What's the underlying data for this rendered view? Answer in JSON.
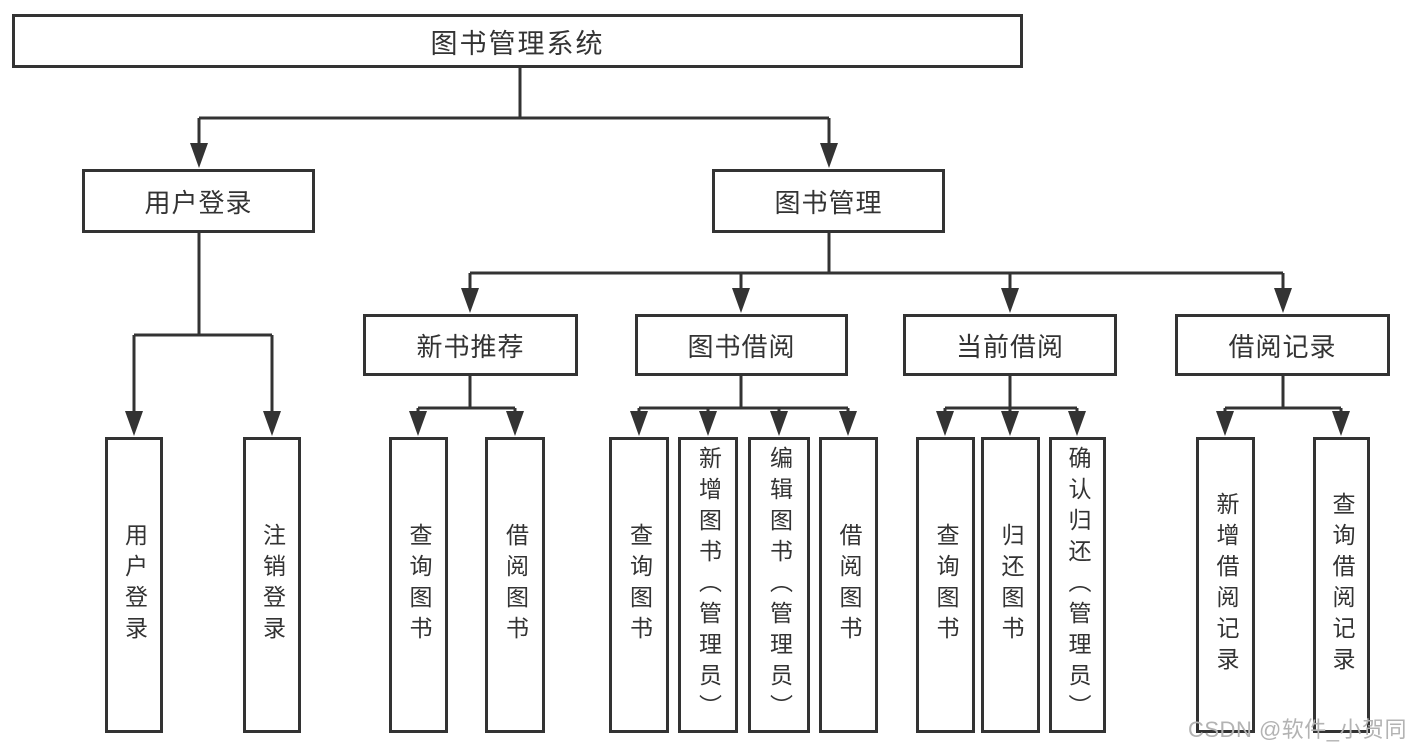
{
  "colors": {
    "background": "#ffffff",
    "line": "#333333",
    "box_border": "#333333",
    "text": "#333333",
    "watermark": "#b3b3b3"
  },
  "diagram": {
    "root": {
      "label": "图书管理系统"
    },
    "level2": [
      {
        "label": "用户登录"
      },
      {
        "label": "图书管理"
      }
    ],
    "level3": [
      {
        "label": "新书推荐"
      },
      {
        "label": "图书借阅"
      },
      {
        "label": "当前借阅"
      },
      {
        "label": "借阅记录"
      }
    ],
    "leaves": {
      "user_login": [
        {
          "label": "用户登录"
        },
        {
          "label": "注销登录"
        }
      ],
      "new_books": [
        {
          "label": "查询图书"
        },
        {
          "label": "借阅图书"
        }
      ],
      "book_borrowing": [
        {
          "label": "查询图书"
        },
        {
          "label": "新增图书（管理员）"
        },
        {
          "label": "编辑图书（管理员）"
        },
        {
          "label": "借阅图书"
        }
      ],
      "current_borrowing": [
        {
          "label": "查询图书"
        },
        {
          "label": "归还图书"
        },
        {
          "label": "确认归还（管理员）"
        }
      ],
      "borrowing_records": [
        {
          "label": "新增借阅记录"
        },
        {
          "label": "查询借阅记录"
        }
      ]
    }
  },
  "watermark": {
    "text": "CSDN @软件_小贺同学"
  }
}
